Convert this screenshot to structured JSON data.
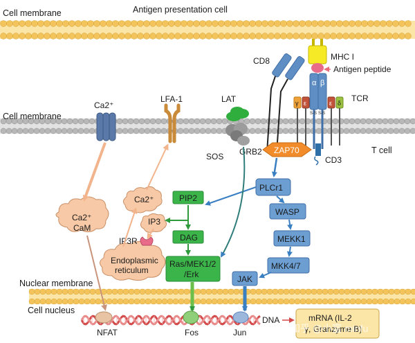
{
  "labels": {
    "top_membrane": "Cell membrane",
    "apc": "Antigen presentation cell",
    "mid_membrane": "Cell membrane",
    "nuclear_membrane": "Nuclear membrane",
    "cell_nucleus": "Cell nucleus",
    "t_cell": "T cell",
    "cd8": "CD8",
    "mhc": "MHC I",
    "antigen_peptide": "Antigen peptide",
    "tcr": "TCR",
    "alpha": "α",
    "beta": "β",
    "gamma": "γ",
    "epsilon1": "ε",
    "epsilon2": "ε",
    "delta": "δ",
    "cd3": "CD3",
    "ss1": "S-S",
    "ss2": "S-S",
    "ca2": "Ca2⁺",
    "lfa1": "LFA-1",
    "lat": "LAT",
    "sos": "SOS",
    "grb2": "GRB2",
    "zap70": "ZAP70",
    "plcr1": "PLCr1",
    "pip2": "PIP2",
    "ip3": "IP3",
    "dag": "DAG",
    "ip3r": "IP3R",
    "ca2_cyto": "Ca2⁺",
    "ca2_cam_1": "Ca2⁺",
    "ca2_cam_2": "CaM",
    "er_1": "Endoplasmic",
    "er_2": "reticulum",
    "ras_1": "Ras/MEK1/2",
    "ras_2": "/Erk",
    "wasp": "WASP",
    "mekk1": "MEKK1",
    "mkk47": "MKK4/7",
    "jak": "JAK",
    "nfat": "NFAT",
    "fos": "Fos",
    "jun": "Jun",
    "dna": "DNA",
    "mrna_1": "mRNA (IL-2",
    "mrna_2": "γ, Granzyme B)",
    "watermark": "知乎 @小富 minfu"
  },
  "colors": {
    "membrane": "#f4c45c",
    "membrane_light": "#fbe6a8",
    "t_membrane": "#b8b8b8",
    "t_membrane_light": "#e2e2e2",
    "blue_box": "#6c9ed2",
    "blue_stroke": "#3f6fa6",
    "green_box": "#3bb54a",
    "green_stroke": "#2a8a36",
    "salmon": "#f7c9a6",
    "salmon_stroke": "#c98f66",
    "orange": "#f28c2a",
    "arrow_blue": "#3a7fc1",
    "arrow_green": "#2f9a3c",
    "arrow_salmon": "#f2b48c",
    "arrow_brown": "#c9947c"
  }
}
